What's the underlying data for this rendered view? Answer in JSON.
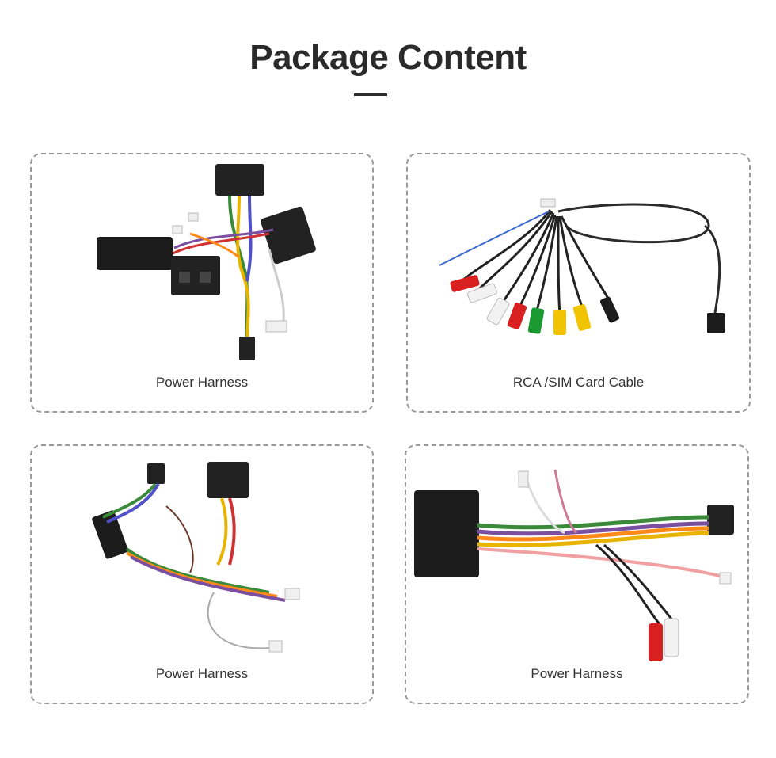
{
  "header": {
    "title": "Package Content"
  },
  "cards": [
    {
      "caption": "Power Harness",
      "icon": "power-harness-image"
    },
    {
      "caption": "RCA /SIM Card Cable",
      "icon": "rca-sim-cable-image"
    },
    {
      "caption": "Power Harness",
      "icon": "power-harness-image"
    },
    {
      "caption": "Power Harness",
      "icon": "power-harness-image"
    }
  ],
  "colors": {
    "title": "#2a2a2a",
    "border": "#9a9a9a",
    "caption": "#333333"
  }
}
